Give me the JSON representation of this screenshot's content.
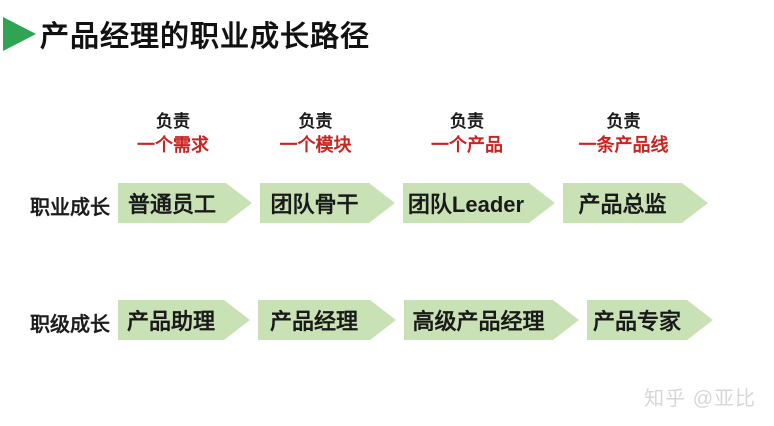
{
  "page": {
    "title": "产品经理的职业成长路径",
    "watermark": "知乎 @亚比"
  },
  "colors": {
    "accent_green": "#2fa452",
    "arrow_green": "#c9e2b5",
    "highlight_red": "#ca2420"
  },
  "responsibility_labels": [
    {
      "prefix": "负责",
      "scope": "一个需求"
    },
    {
      "prefix": "负责",
      "scope": "一个模块"
    },
    {
      "prefix": "负责",
      "scope": "一个产品"
    },
    {
      "prefix": "负责",
      "scope": "一条产品线"
    }
  ],
  "rows": [
    {
      "label": "职业成长",
      "stages": [
        "普通员工",
        "团队骨干",
        "团队Leader",
        "产品总监"
      ]
    },
    {
      "label": "职级成长",
      "stages": [
        "产品助理",
        "产品经理",
        "高级产品经理",
        "产品专家"
      ]
    }
  ]
}
